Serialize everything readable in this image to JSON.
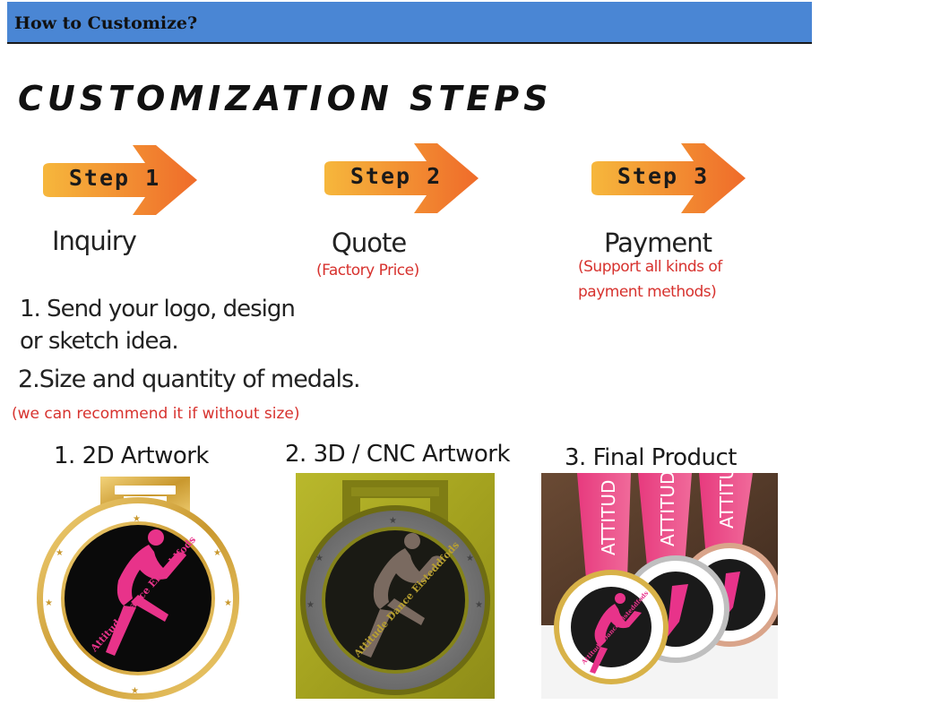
{
  "header": {
    "title": "How to Customize?"
  },
  "main_title": "CUSTOMIZATION STEPS",
  "steps": [
    {
      "label": "Step 1",
      "name": "Inquiry"
    },
    {
      "label": "Step 2",
      "name": "Quote",
      "sub": "(Factory Price)"
    },
    {
      "label": "Step 3",
      "name": "Payment",
      "sub_line1": "(Support all kinds of",
      "sub_line2": "payment methods)"
    }
  ],
  "instructions": {
    "item1_line1": "1. Send your logo, design",
    "item1_line2": "or sketch idea.",
    "item2": "2.Size and quantity of medals.",
    "note": "(we can recommend it if without size)"
  },
  "artworks": [
    {
      "label": "1. 2D Artwork",
      "medal_text": "Attitude Dance Eisteddfods"
    },
    {
      "label": "2. 3D / CNC Artwork",
      "medal_text": "Attitude Dance Eisteddfods"
    },
    {
      "label": "3. Final Product",
      "ribbon_text": "ATTITUD",
      "medal_text": "Attitude Dance Eisteddfods"
    }
  ],
  "colors": {
    "header_bg": "#4a86d4",
    "arrow_orange": "#f07c2c",
    "accent_red": "#d7322e",
    "dancer_pink": "#e8338a",
    "ribbon_pink": "#e73a7e"
  }
}
